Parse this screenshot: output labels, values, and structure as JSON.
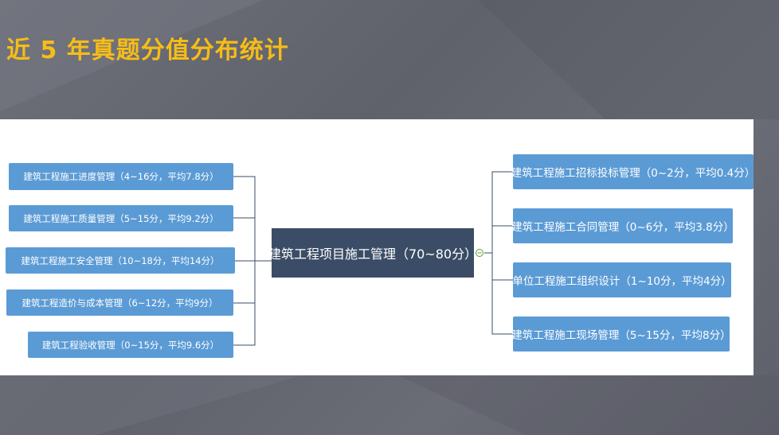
{
  "slide": {
    "title": "近 5 年真题分值分布统计"
  },
  "mindmap": {
    "center": "建筑工程项目施工管理（70~80分）",
    "left_branches": [
      {
        "label": "建筑工程施工进度管理（4~16分，平均7.8分）"
      },
      {
        "label": "建筑工程施工质量管理（5~15分，平均9.2分）"
      },
      {
        "label": "建筑工程施工安全管理（10~18分，平均14分）"
      },
      {
        "label": "建筑工程造价与成本管理（6~12分，平均9分）"
      },
      {
        "label": "建筑工程验收管理（0~15分，平均9.6分）"
      }
    ],
    "right_branches": [
      {
        "label": "建筑工程施工招标投标管理（0~2分，平均0.4分）"
      },
      {
        "label": "建筑工程施工合同管理（0~6分，平均3.8分）"
      },
      {
        "label": "单位工程施工组织设计（1~10分，平均4分）"
      },
      {
        "label": "建筑工程施工现场管理（5~15分，平均8分）"
      }
    ],
    "colors": {
      "title": "#f6bd16",
      "node": "#5b9bd5",
      "center": "#3b4d66",
      "line": "#3b4d66",
      "toggle": "#5aa02c"
    }
  }
}
